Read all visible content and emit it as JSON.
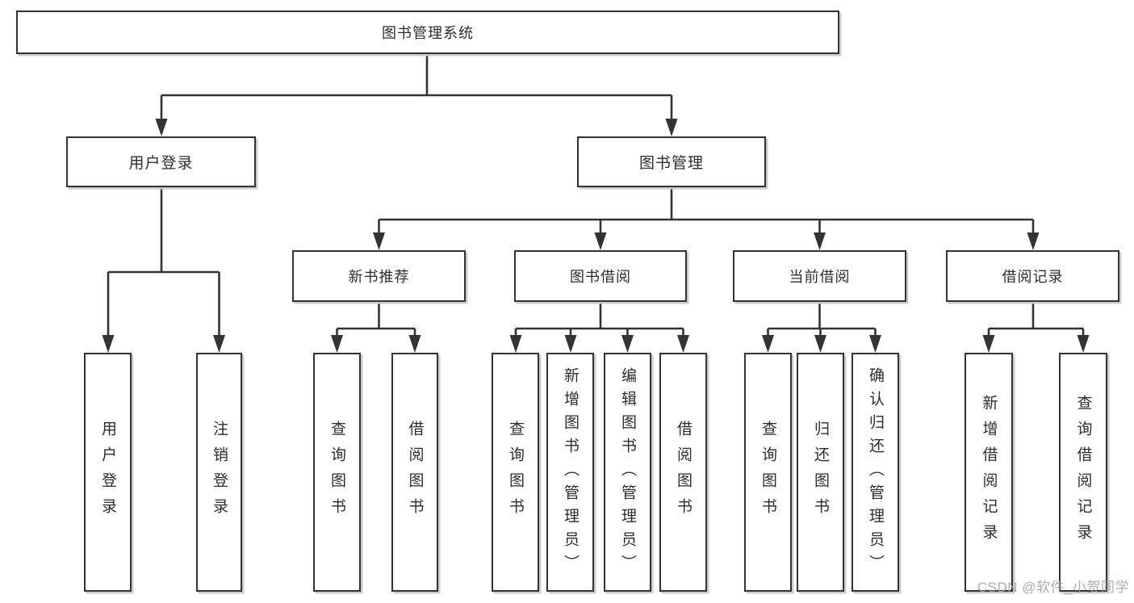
{
  "tree": {
    "label": "图书管理系统",
    "children": [
      {
        "label": "用户登录",
        "children": [
          {
            "label": "用户登录"
          },
          {
            "label": "注销登录"
          }
        ]
      },
      {
        "label": "图书管理",
        "children": [
          {
            "label": "新书推荐",
            "children": [
              {
                "label": "查询图书"
              },
              {
                "label": "借阅图书"
              }
            ]
          },
          {
            "label": "图书借阅",
            "children": [
              {
                "label": "查询图书"
              },
              {
                "label": "新增图书（管理员）"
              },
              {
                "label": "编辑图书（管理员）"
              },
              {
                "label": "借阅图书"
              }
            ]
          },
          {
            "label": "当前借阅",
            "children": [
              {
                "label": "查询图书"
              },
              {
                "label": "归还图书"
              },
              {
                "label": "确认归还（管理员）"
              }
            ]
          },
          {
            "label": "借阅记录",
            "children": [
              {
                "label": "新增借阅记录"
              },
              {
                "label": "查询借阅记录"
              }
            ]
          }
        ]
      }
    ]
  },
  "watermark": {
    "text": "CSDN @软件_小贺同学"
  },
  "colors": {
    "line": "#333333",
    "text": "#2d2d2d",
    "box_background": "#ffffff",
    "box_shadow": "#cccccc",
    "watermark": "#a0a0a0",
    "page_background": "#ffffff"
  }
}
